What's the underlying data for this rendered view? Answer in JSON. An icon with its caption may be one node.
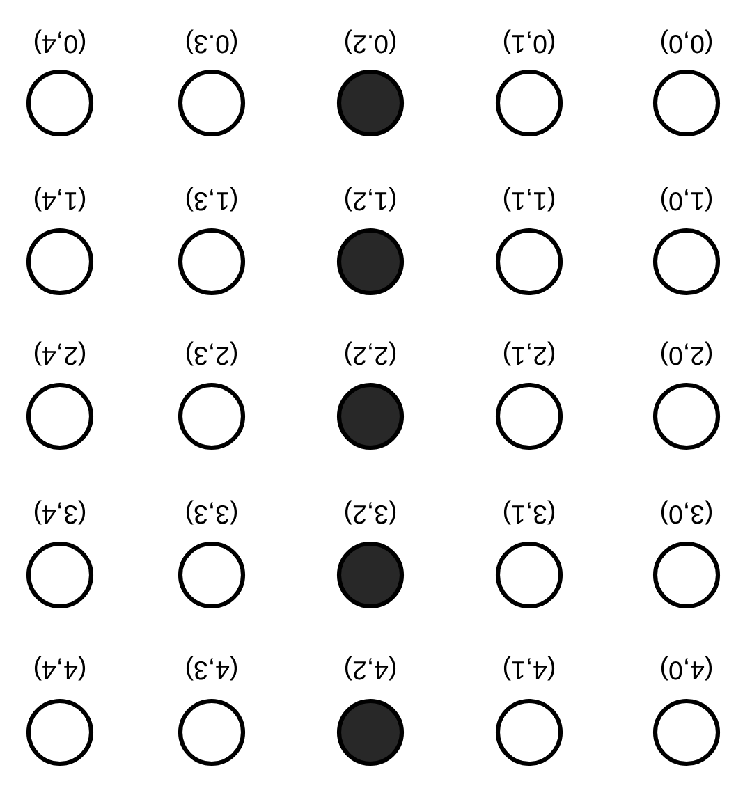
{
  "diagram": {
    "nodes": [
      {
        "text": [],
        "shape": "circle",
        "beside": [
          "(0,4)"
        ]
      },
      {
        "text": [],
        "shape": "circle",
        "beside": [
          "(0.3)"
        ]
      },
      {
        "text": [],
        "shape": "dot",
        "beside": [
          "(0.2)"
        ]
      },
      {
        "text": [],
        "shape": "circle",
        "beside": [
          "(0,1)"
        ]
      },
      {
        "text": [],
        "shape": "circle",
        "beside": [
          "(0,0)"
        ]
      },
      {
        "text": [],
        "shape": "circle",
        "beside": [
          "(1,4)"
        ]
      },
      {
        "text": [],
        "shape": "circle",
        "beside": [
          "(1,3)"
        ]
      },
      {
        "text": [],
        "shape": "dot",
        "beside": [
          "(1,2)"
        ]
      },
      {
        "text": [],
        "shape": "circle",
        "beside": [
          "(1,1)"
        ]
      },
      {
        "text": [],
        "shape": "circle",
        "beside": [
          "(1,0)"
        ]
      },
      {
        "text": [],
        "shape": "circle",
        "beside": [
          "(2,4)"
        ]
      },
      {
        "text": [],
        "shape": "circle",
        "beside": [
          "(2,3)"
        ]
      },
      {
        "text": [],
        "shape": "dot",
        "beside": [
          "(2,2)"
        ]
      },
      {
        "text": [],
        "shape": "circle",
        "beside": [
          "(2,1)"
        ]
      },
      {
        "text": [],
        "shape": "circle",
        "beside": [
          "(2,0)"
        ]
      },
      {
        "text": [],
        "shape": "circle",
        "beside": [
          "(3,4)"
        ]
      },
      {
        "text": [],
        "shape": "circle",
        "beside": [
          "(3,3)"
        ]
      },
      {
        "text": [],
        "shape": "dot",
        "beside": [
          "(3,2)"
        ]
      },
      {
        "text": [],
        "shape": "circle",
        "beside": [
          "(3,1)"
        ]
      },
      {
        "text": [],
        "shape": "circle",
        "beside": [
          "(3,0)"
        ]
      },
      {
        "text": [],
        "shape": "circle",
        "beside": [
          "(4,4)"
        ]
      },
      {
        "text": [],
        "shape": "circle",
        "beside": [
          "(4,3)"
        ]
      },
      {
        "text": [],
        "shape": "dot",
        "beside": [
          "(4,2)"
        ]
      },
      {
        "text": [],
        "shape": "circle",
        "beside": [
          "(4,1)"
        ]
      },
      {
        "text": [],
        "shape": "circle",
        "beside": [
          "(4,0)"
        ]
      }
    ]
  }
}
